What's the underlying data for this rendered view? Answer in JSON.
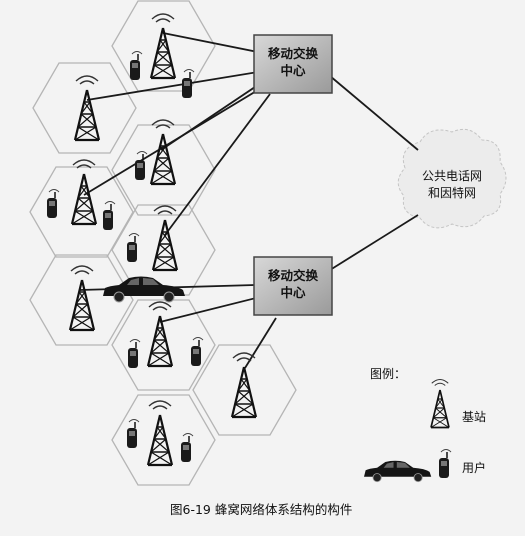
{
  "diagram": {
    "msc_top_label": "移动交换\n中心",
    "msc_bottom_label": "移动交换\n中心",
    "pstn_label": "公共电话网\n和因特网",
    "legend_title": "图例：",
    "legend_base_station": "基站",
    "legend_user": "用户",
    "caption": "图6-19   蜂窝网络体系结构的构件"
  }
}
